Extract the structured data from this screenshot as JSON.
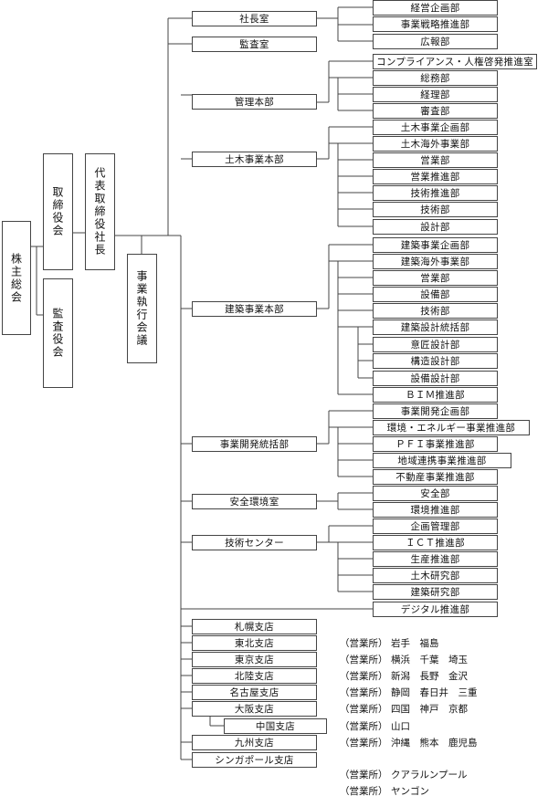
{
  "top": {
    "shareholders": "株主総会",
    "board": "取締役会",
    "auditors": "監査役会",
    "president": "代表取締役社長",
    "exec_committee": "事業執行会議"
  },
  "divisions": {
    "president_office": "社長室",
    "audit_office": "監査室",
    "admin": "管理本部",
    "civil": "土木事業本部",
    "building": "建築事業本部",
    "bizdev": "事業開発統括部",
    "safety": "安全環境室",
    "tech_center": "技術センター"
  },
  "departments": {
    "president_office": [
      "経営企画部",
      "事業戦略推進部",
      "広報部"
    ],
    "admin": [
      "コンプライアンス・人権啓発推進室",
      "総務部",
      "経理部",
      "審査部"
    ],
    "civil": [
      "土木事業企画部",
      "土木海外事業部",
      "営業部",
      "営業推進部",
      "技術推進部",
      "技術部",
      "設計部"
    ],
    "building": [
      "建築事業企画部",
      "建築海外事業部",
      "営業部",
      "設備部",
      "技術部"
    ],
    "building_design_head": "建築設計統括部",
    "building_design": [
      "意匠設計部",
      "構造設計部",
      "設備設計部"
    ],
    "building_bim": "ＢＩＭ推進部",
    "bizdev": [
      "事業開発企画部",
      "環境・エネルギー事業推進部",
      "ＰＦＩ事業推進部",
      "地域連携事業推進部",
      "不動産事業推進部"
    ],
    "safety": [
      "安全部",
      "環境推進部"
    ],
    "tech_center": [
      "企画管理部",
      "ＩＣＴ推進部",
      "生産推進部",
      "土木研究部",
      "建築研究部"
    ],
    "digital": "デジタル推進部"
  },
  "branches": [
    "札幌支店",
    "東北支店",
    "東京支店",
    "北陸支店",
    "名古屋支店",
    "大阪支店",
    "九州支店",
    "シンガポール支店"
  ],
  "sub_branch": "中国支店",
  "offices": {
    "label": "（営業所）",
    "lines": [
      "岩手　福島",
      "横浜　千葉　埼玉",
      "新潟　長野　金沢",
      "静岡　春日井　三重",
      "四国　神戸　京都",
      "山口",
      "沖縄　熊本　鹿児島",
      "クアラルンプール",
      "ヤンゴン"
    ]
  }
}
